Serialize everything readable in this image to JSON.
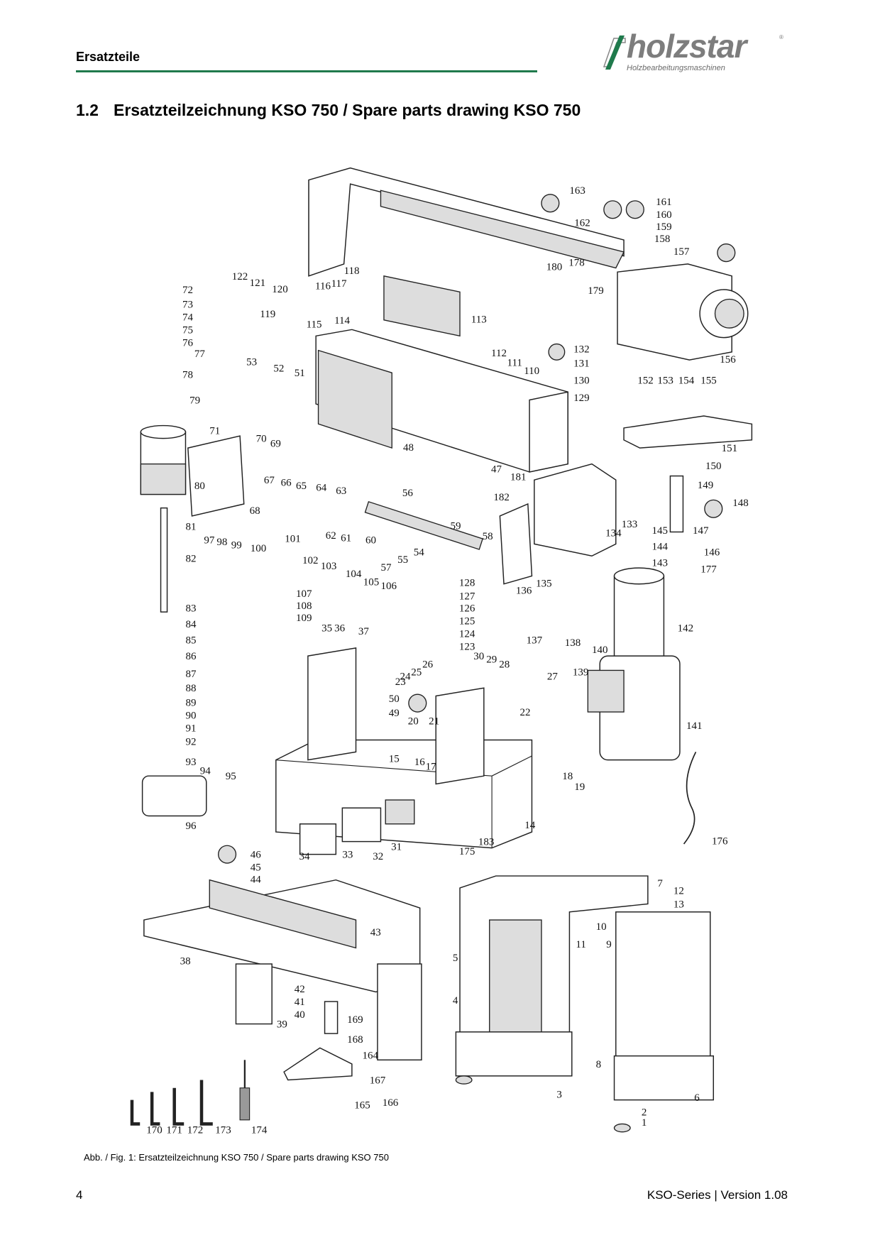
{
  "header": {
    "section": "Ersatzteile"
  },
  "logo": {
    "brand": "holzstar",
    "tagline": "Holzbearbeitungsmaschinen",
    "registered": "®"
  },
  "title": {
    "number": "1.2",
    "text": "Ersatzteilzeichnung KSO 750 / Spare parts drawing KSO 750"
  },
  "drawing": {
    "part_labels": [
      "163",
      "161",
      "160",
      "159",
      "158",
      "157",
      "162",
      "180",
      "178",
      "179",
      "122",
      "121",
      "120",
      "119",
      "118",
      "117",
      "116",
      "115",
      "114",
      "113",
      "72",
      "73",
      "74",
      "75",
      "76",
      "77",
      "78",
      "53",
      "52",
      "51",
      "112",
      "111",
      "110",
      "132",
      "131",
      "130",
      "129",
      "156",
      "152",
      "153",
      "154",
      "155",
      "79",
      "71",
      "70",
      "69",
      "48",
      "47",
      "151",
      "150",
      "149",
      "148",
      "181",
      "182",
      "80",
      "67",
      "66",
      "65",
      "64",
      "63",
      "68",
      "56",
      "59",
      "58",
      "62",
      "61",
      "60",
      "55",
      "54",
      "57",
      "133",
      "134",
      "145",
      "144",
      "143",
      "146",
      "147",
      "177",
      "81",
      "97",
      "98",
      "99",
      "100",
      "101",
      "82",
      "102",
      "103",
      "104",
      "105",
      "106",
      "135",
      "136",
      "128",
      "127",
      "126",
      "125",
      "124",
      "123",
      "107",
      "108",
      "109",
      "83",
      "84",
      "85",
      "86",
      "87",
      "88",
      "89",
      "90",
      "91",
      "92",
      "93",
      "94",
      "95",
      "96",
      "35",
      "36",
      "37",
      "142",
      "137",
      "138",
      "140",
      "139",
      "30",
      "29",
      "28",
      "26",
      "25",
      "24",
      "23",
      "27",
      "22",
      "141",
      "50",
      "49",
      "20",
      "21",
      "15",
      "16",
      "17",
      "18",
      "19",
      "14",
      "176",
      "31",
      "183",
      "175",
      "34",
      "33",
      "32",
      "46",
      "45",
      "44",
      "43",
      "7",
      "12",
      "13",
      "10",
      "11",
      "9",
      "38",
      "5",
      "4",
      "42",
      "41",
      "40",
      "39",
      "169",
      "168",
      "164",
      "167",
      "166",
      "165",
      "8",
      "3",
      "6",
      "2",
      "1",
      "170",
      "171",
      "172",
      "173",
      "174"
    ]
  },
  "caption": "Abb. / Fig. 1: Ersatzteilzeichnung KSO 750 / Spare parts drawing KSO 750",
  "footer": {
    "page": "4",
    "version": "KSO-Series | Version 1.08"
  },
  "colors": {
    "accent": "#1f7a4c",
    "logo_gray": "#7d7d7d"
  }
}
